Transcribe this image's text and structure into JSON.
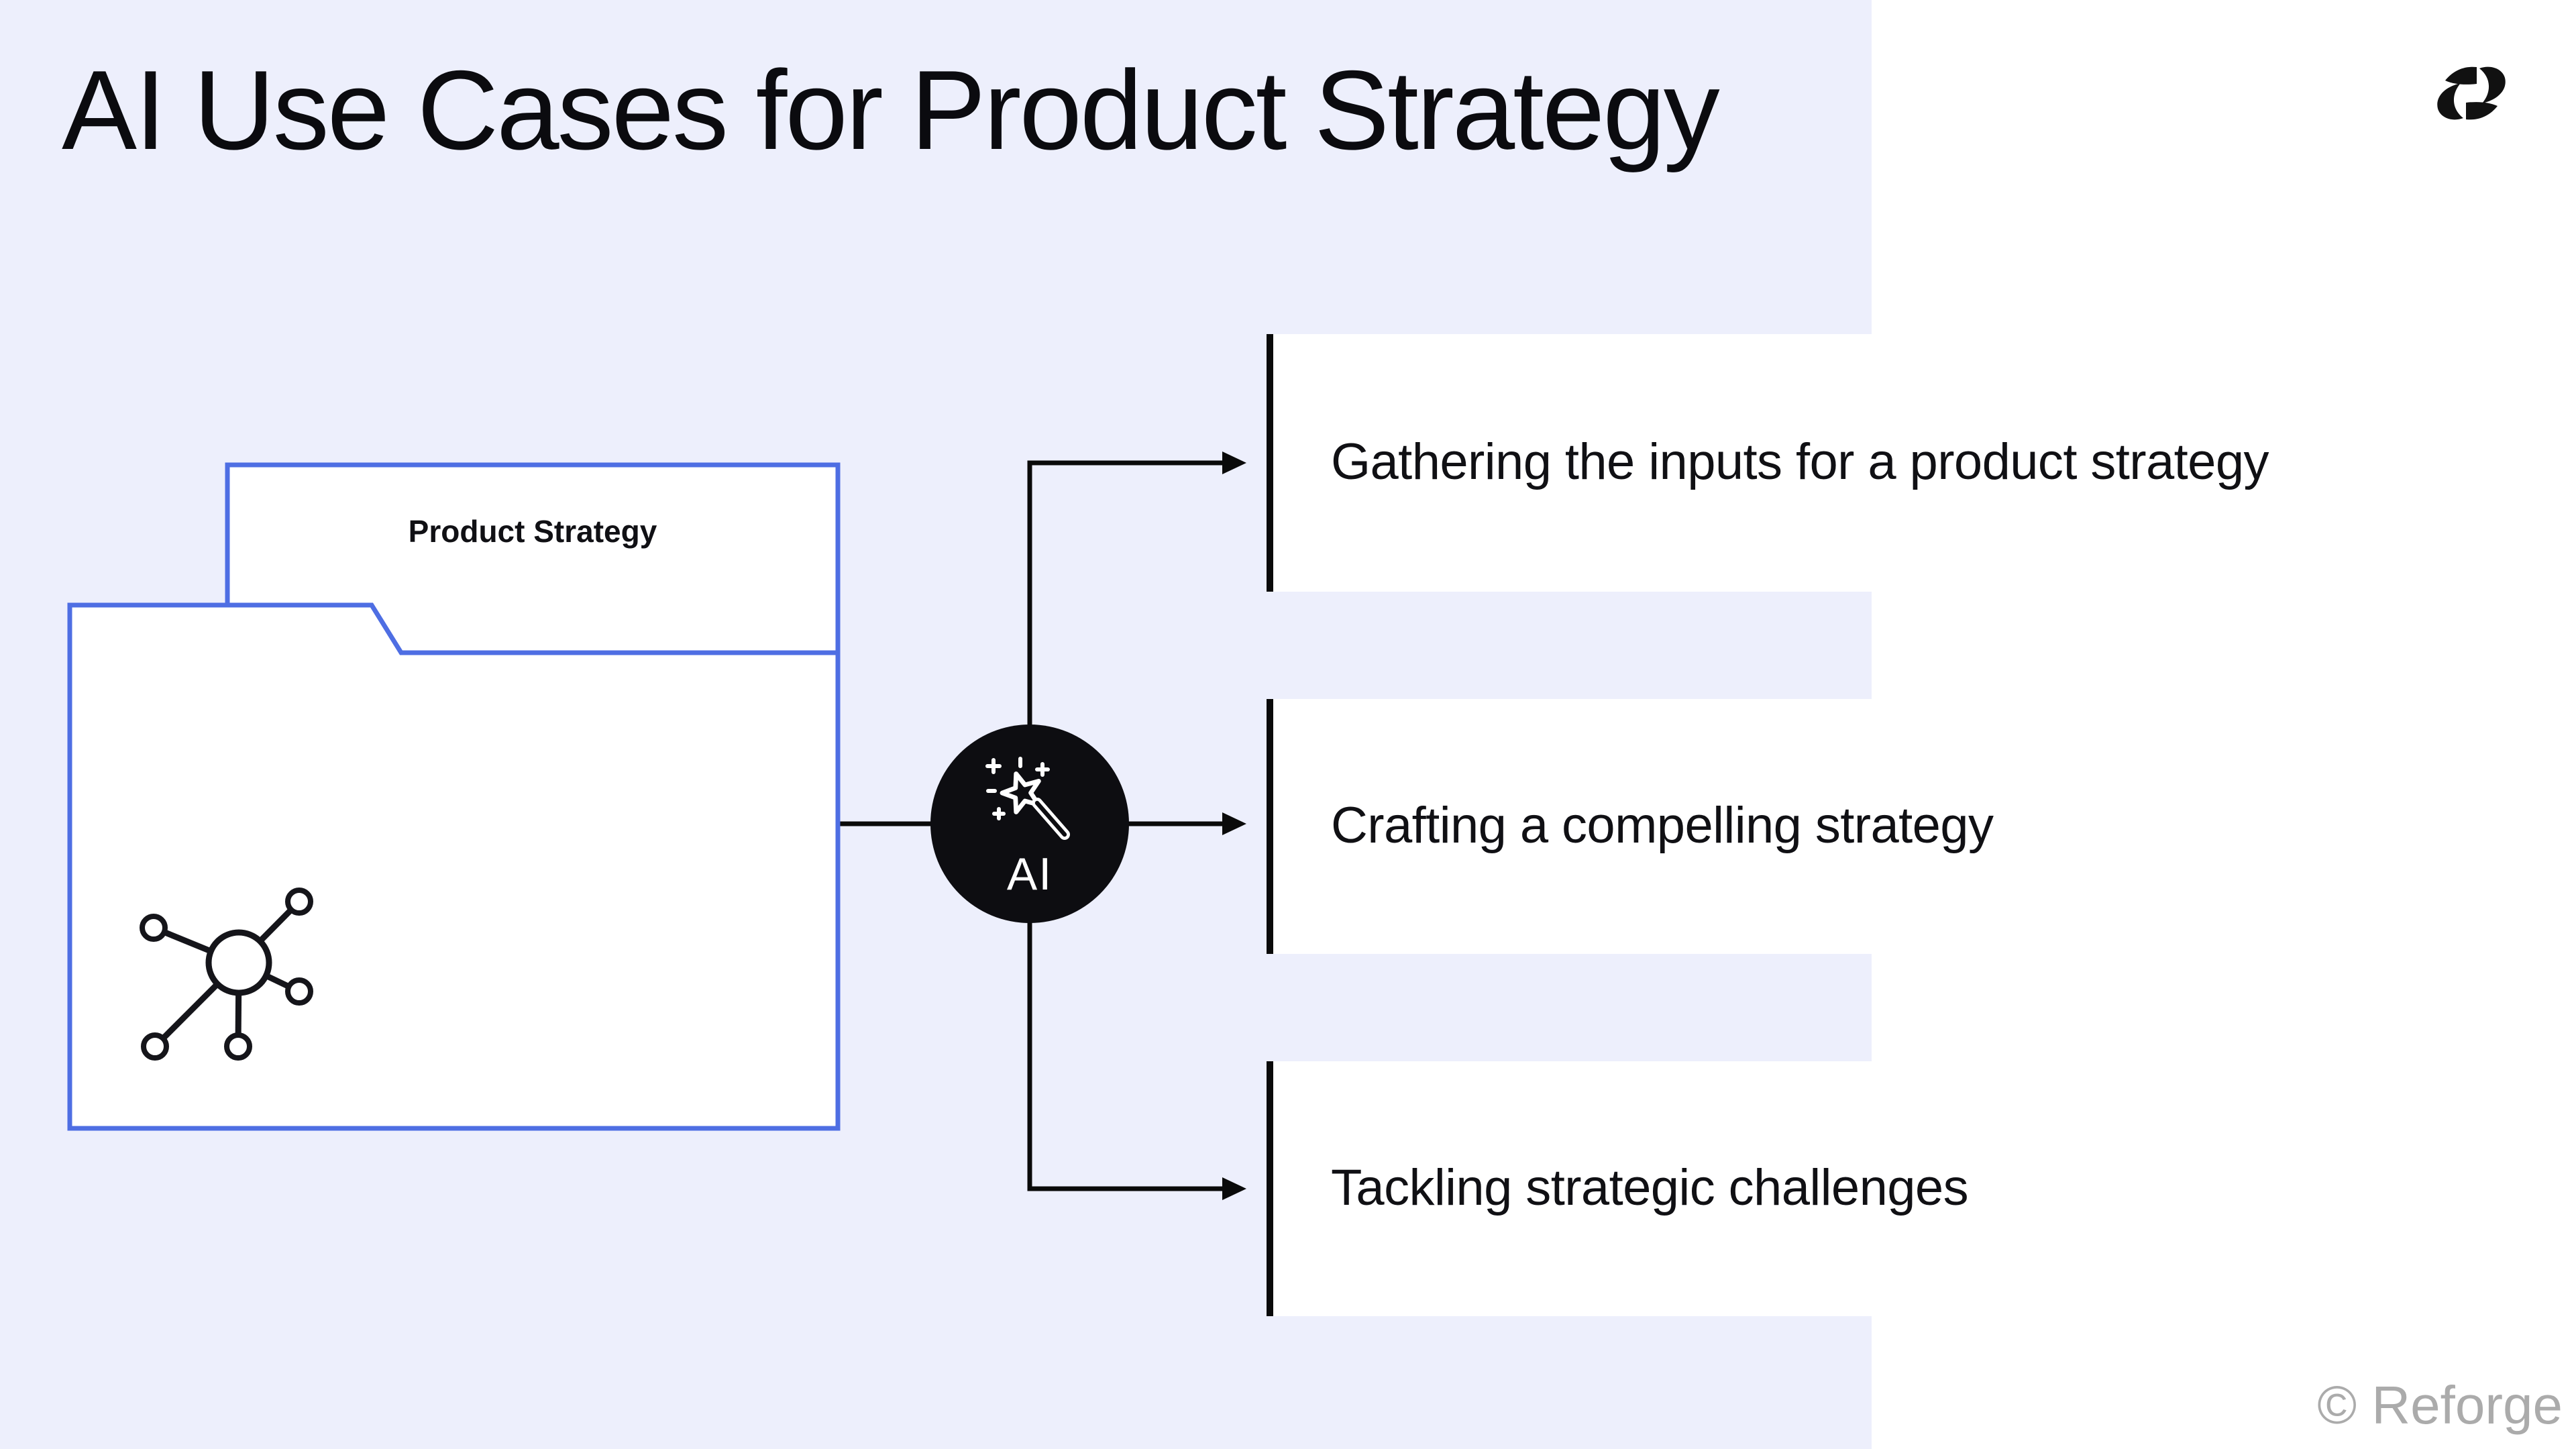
{
  "page": {
    "title": "AI Use Cases for Product Strategy",
    "watermark": "© Reforge",
    "background_color": "#FFFFFF",
    "panel_color": "#EDEFFC",
    "text_color": "#101014",
    "watermark_color": "#ABABAB"
  },
  "logo": {
    "icon": "reforge-logomark",
    "color": "#111111"
  },
  "folder": {
    "label": "Product Strategy",
    "border_color": "#4E6EE3",
    "fill_color": "#FFFFFF",
    "icon": "network-nodes-icon"
  },
  "ai_node": {
    "label": "AI",
    "icon": "magic-wand-icon",
    "circle_color": "#0D0D11",
    "icon_color": "#FFFFFF"
  },
  "connectors": {
    "color": "#0A0A0A",
    "arrow_count": 3
  },
  "use_cases": [
    {
      "label": "Gathering the inputs for a product strategy"
    },
    {
      "label": "Crafting a compelling strategy"
    },
    {
      "label": "Tackling strategic challenges"
    }
  ]
}
